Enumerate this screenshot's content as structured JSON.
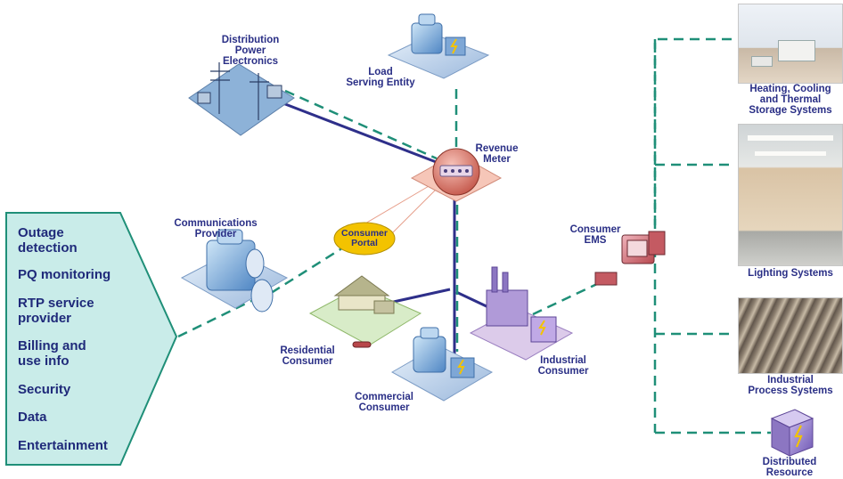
{
  "colors": {
    "label": "#2a2f86",
    "power_line": "#2e2f8a",
    "comm_line": "#1f8f78",
    "panel": "#c9ece9",
    "panel_border": "#1f8f78",
    "portal": "#f3c300"
  },
  "nodes": {
    "distribution_power_electronics": "Distribution\nPower\nElectronics",
    "load_serving_entity": "Load\nServing Entity",
    "revenue_meter": "Revenue\nMeter",
    "communications_provider": "Communications\nProvider",
    "consumer_portal": "Consumer\nPortal",
    "consumer_ems": "Consumer\nEMS",
    "residential_consumer": "Residential\nConsumer",
    "commercial_consumer": "Commercial\nConsumer",
    "industrial_consumer": "Industrial\nConsumer"
  },
  "services_panel": {
    "items": [
      "Outage\ndetection",
      "PQ monitoring",
      "RTP service\nprovider",
      "Billing and\nuse info",
      "Security",
      "Data",
      "Entertainment"
    ]
  },
  "ems_systems": [
    {
      "label": "Heating, Cooling\nand Thermal\nStorage Systems",
      "icon": "rooftop-hvac-photo"
    },
    {
      "label": "Lighting Systems",
      "icon": "lab-interior-photo"
    },
    {
      "label": "Industrial\nProcess Systems",
      "icon": "factory-floor-photo"
    },
    {
      "label": "Distributed\nResource",
      "icon": "lightning-box-icon"
    }
  ]
}
